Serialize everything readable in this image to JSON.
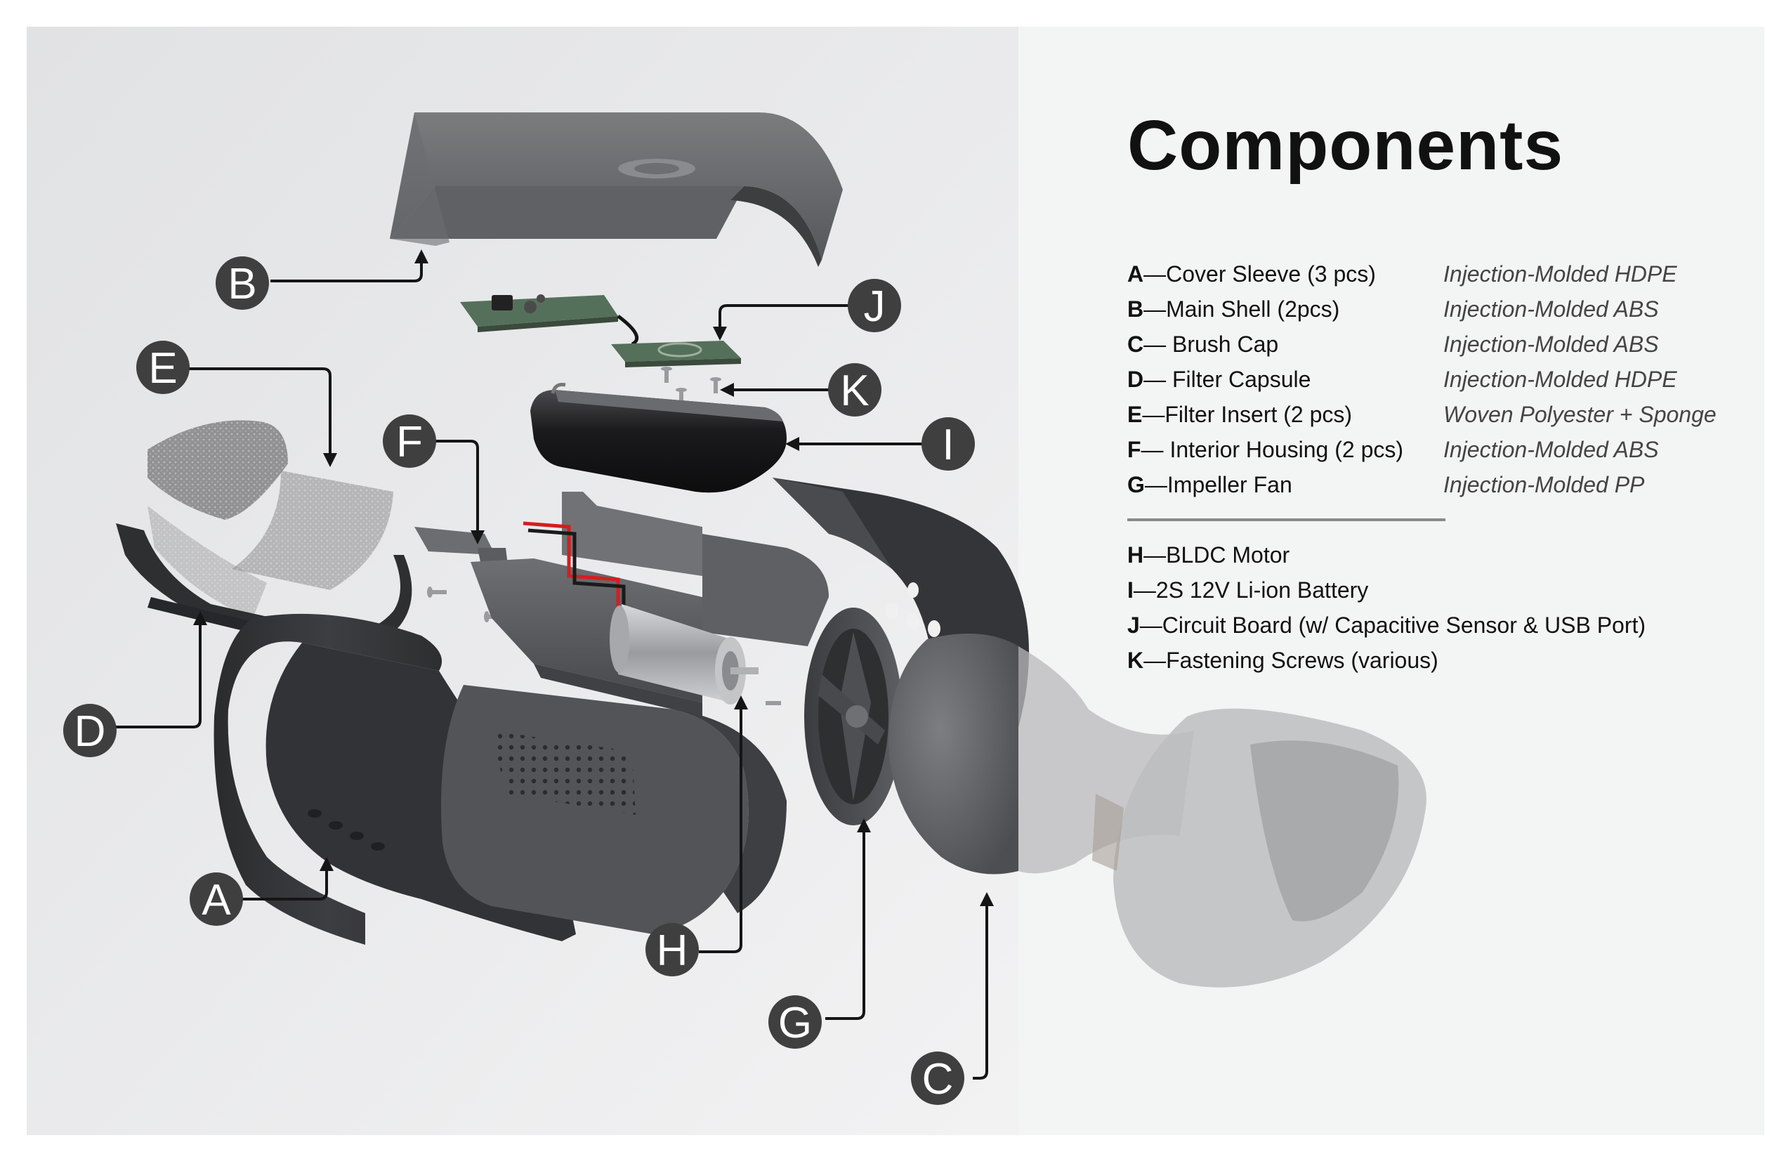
{
  "title": "Components",
  "colors": {
    "background_left": "#e9e9ea",
    "background_right": "#f3f4f4",
    "callout": "#3f3f3f",
    "text": "#111111"
  },
  "components_primary": [
    {
      "letter": "A",
      "name": "—Cover Sleeve (3 pcs)",
      "material": "Injection-Molded HDPE"
    },
    {
      "letter": "B",
      "name": "—Main Shell (2pcs)",
      "material": "Injection-Molded ABS"
    },
    {
      "letter": "C",
      "name": "— Brush Cap",
      "material": "Injection-Molded ABS"
    },
    {
      "letter": "D",
      "name": "— Filter Capsule",
      "material": "Injection-Molded HDPE"
    },
    {
      "letter": "E",
      "name": "—Filter Insert (2 pcs)",
      "material": "Woven Polyester + Sponge"
    },
    {
      "letter": "F",
      "name": "— Interior Housing (2 pcs)",
      "material": "Injection-Molded ABS"
    },
    {
      "letter": "G",
      "name": "—Impeller Fan",
      "material": "Injection-Molded PP"
    }
  ],
  "components_secondary": [
    {
      "letter": "H",
      "name": "—BLDC Motor"
    },
    {
      "letter": "I",
      "name": "—2S 12V Li-ion Battery"
    },
    {
      "letter": "J",
      "name": "—Circuit Board (w/ Capacitive Sensor & USB Port)"
    },
    {
      "letter": "K",
      "name": "—Fastening Screws (various)"
    }
  ],
  "callouts": [
    "A",
    "B",
    "C",
    "D",
    "E",
    "F",
    "G",
    "H",
    "I",
    "J",
    "K"
  ]
}
